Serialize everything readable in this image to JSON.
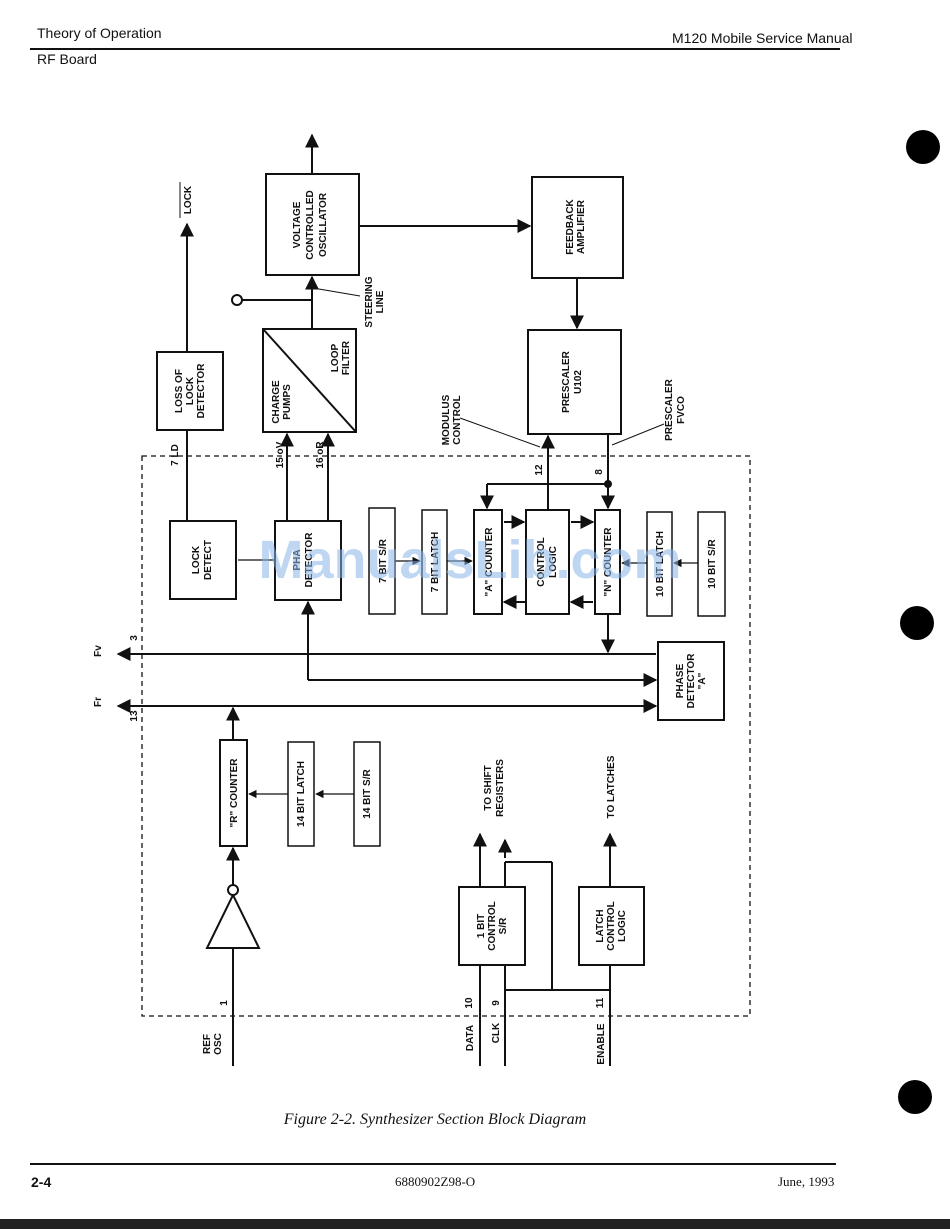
{
  "header": {
    "left_title": "Theory of Operation",
    "left_subtitle": "RF Board",
    "right_title": "M120 Mobile Service Manual"
  },
  "figure": {
    "caption": "Figure 2-2.   Synthesizer Section Block Diagram",
    "watermark": "ManualsLib.com",
    "blocks": {
      "vco": [
        "VOLTAGE",
        "CONTROLLED",
        "OSCILLATOR"
      ],
      "feedback": [
        "FEEDBACK",
        "AMPLIFIER"
      ],
      "charge_pumps": [
        "CHARGE",
        "PUMPS"
      ],
      "loop_filter": [
        "LOOP",
        "FILTER"
      ],
      "loss_of_lock": [
        "LOSS OF",
        "LOCK",
        "DETECTOR"
      ],
      "prescaler": [
        "PRESCALER",
        "U102"
      ],
      "lock_detect": [
        "LOCK",
        "DETECT"
      ],
      "phase_detector_b": [
        "PHA",
        "DETECTOR"
      ],
      "sr7": "7 BIT S/R",
      "latch7": "7 BIT LATCH",
      "a_counter": "\"A\" COUNTER",
      "control_logic": [
        "CONTROL",
        "LOGIC"
      ],
      "n_counter": "\"N\" COUNTER",
      "latch10": "10 BIT LATCH",
      "sr10": "10 BIT S/R",
      "phase_detector_a": [
        "PHASE",
        "DETECTOR",
        "\"A\""
      ],
      "r_counter": "\"R\" COUNTER",
      "latch14": "14 BIT LATCH",
      "sr14": "14 BIT S/R",
      "control_sr": [
        "1 BIT",
        "CONTROL",
        "S/R"
      ],
      "latch_control": [
        "LATCH",
        "CONTROL",
        "LOGIC"
      ]
    },
    "labels": {
      "lock": "LOCK",
      "steering": [
        "STEERING",
        "LINE"
      ],
      "modulus": [
        "MODULUS",
        "CONTROL"
      ],
      "prescaler_fvco": [
        "PRESCALER",
        "FVCO"
      ],
      "to_shift": [
        "TO SHIFT",
        "REGISTERS"
      ],
      "to_latches": "TO LATCHES",
      "ref_osc": [
        "REF",
        "OSC"
      ],
      "data": "DATA",
      "clk": "CLK",
      "enable": "ENABLE",
      "fv": "Fv",
      "fr": "Fr"
    },
    "pins": {
      "ld": "7   LD",
      "ov": "15   oV",
      "or": "16   oR",
      "p12": "12",
      "p8": "8",
      "p3": "3",
      "p13": "13",
      "p1": "1",
      "p10": "10",
      "p9": "9",
      "p11": "11"
    }
  },
  "footer": {
    "page": "2-4",
    "doc_number": "6880902Z98-O",
    "date": "June, 1993"
  }
}
